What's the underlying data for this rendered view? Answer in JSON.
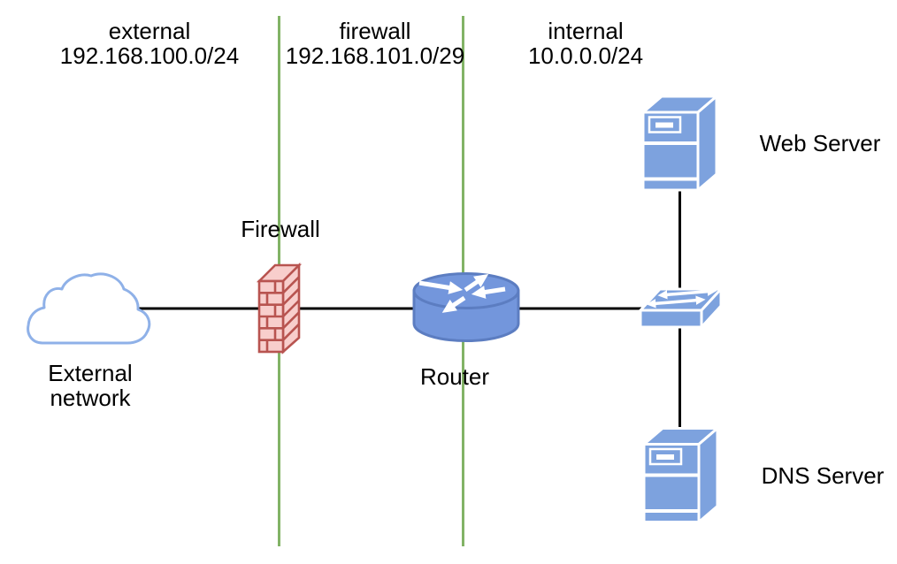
{
  "zones": [
    {
      "name": "external",
      "cidr": "192.168.100.0/24"
    },
    {
      "name": "firewall",
      "cidr": "192.168.101.0/29"
    },
    {
      "name": "internal",
      "cidr": "10.0.0.0/24"
    }
  ],
  "nodes": {
    "external_network": {
      "line1": "External",
      "line2": "network"
    },
    "firewall": {
      "label": "Firewall"
    },
    "router": {
      "label": "Router"
    },
    "web_server": {
      "label": "Web Server"
    },
    "dns_server": {
      "label": "DNS Server"
    }
  },
  "icons": {
    "cloud": "cloud-icon",
    "firewall": "firewall-brick-wall-icon",
    "router": "router-cylinder-arrows-icon",
    "switch": "switch-box-arrows-icon",
    "server": "server-tower-icon"
  },
  "colors": {
    "text": "#000000",
    "zone_divider": "#82B366",
    "link": "#000000",
    "cloud_fill": "#FFFFFF",
    "cloud_stroke": "#8FB1E8",
    "firewall_fill": "#F8CECC",
    "firewall_stroke": "#B85450",
    "router_fill": "#7396DC",
    "router_stroke": "#5C7DC1",
    "device_fill": "#7DA2DE",
    "device_stroke": "#FFFFFF"
  }
}
